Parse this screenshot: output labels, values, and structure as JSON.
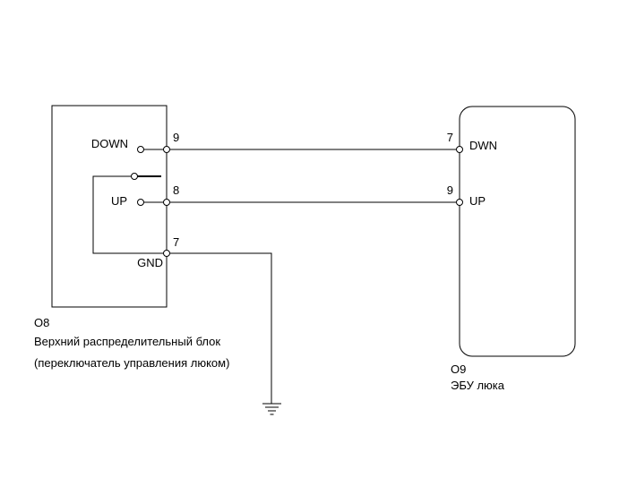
{
  "connector_o8": {
    "id": "O8",
    "name": "Верхний распределительный блок",
    "subname": "(переключатель управления люком)",
    "pins": [
      {
        "label": "DOWN",
        "number": "9"
      },
      {
        "label": "UP",
        "number": "8"
      },
      {
        "label": "GND",
        "number": "7"
      }
    ]
  },
  "connector_o9": {
    "id": "O9",
    "name": "ЭБУ люка",
    "pins": [
      {
        "label": "DWN",
        "number": "7"
      },
      {
        "label": "UP",
        "number": "9"
      }
    ]
  }
}
